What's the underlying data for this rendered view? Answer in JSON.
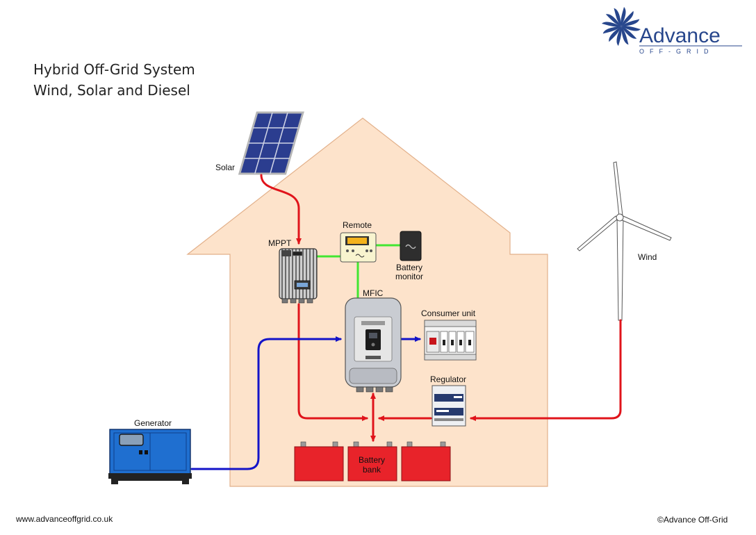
{
  "title": {
    "line1": "Hybrid Off-Grid System",
    "line2": "Wind, Solar and Diesel"
  },
  "logo": {
    "name": "Advance",
    "tagline": "OFF-GRID",
    "icon": "fan-blades-icon",
    "color": "#27468c"
  },
  "labels": {
    "solar": "Solar",
    "mppt": "MPPT",
    "remote": "Remote",
    "battery_monitor_line1": "Battery",
    "battery_monitor_line2": "monitor",
    "mfic": "MFIC",
    "consumer_unit": "Consumer unit",
    "regulator": "Regulator",
    "wind": "Wind",
    "generator": "Generator",
    "battery_bank_line1": "Battery",
    "battery_bank_line2": "bank"
  },
  "footer": {
    "website": "www.advanceoffgrid.co.uk",
    "copyright": "©Advance Off-Grid"
  },
  "colors": {
    "house_fill": "#fde3cb",
    "house_stroke": "#e5b48c",
    "dc_wire": "#e0141b",
    "ac_wire": "#1313c8",
    "data_wire": "#42e632",
    "battery": "#e8232a",
    "generator": "#1f6fd0"
  }
}
